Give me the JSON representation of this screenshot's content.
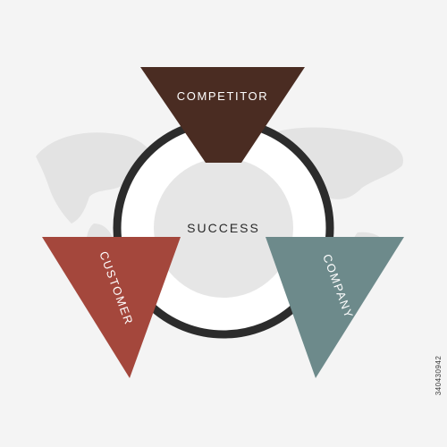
{
  "diagram": {
    "center": {
      "label": "SUCCESS"
    },
    "segments": [
      {
        "id": "competitor",
        "label": "COMPETITOR",
        "color": "#4a2c22"
      },
      {
        "id": "customer",
        "label": "CUSTOMER",
        "color": "#a4473c"
      },
      {
        "id": "company",
        "label": "COMPANY",
        "color": "#6d8a8b"
      }
    ]
  },
  "colors": {
    "background": "#f4f4f4",
    "map": "#e3e3e3",
    "ring": "#2c2c2c",
    "inner_disc": "#e6e6e6",
    "ring_fill": "#ffffff"
  },
  "watermark": {
    "stock_id": "340430942"
  }
}
